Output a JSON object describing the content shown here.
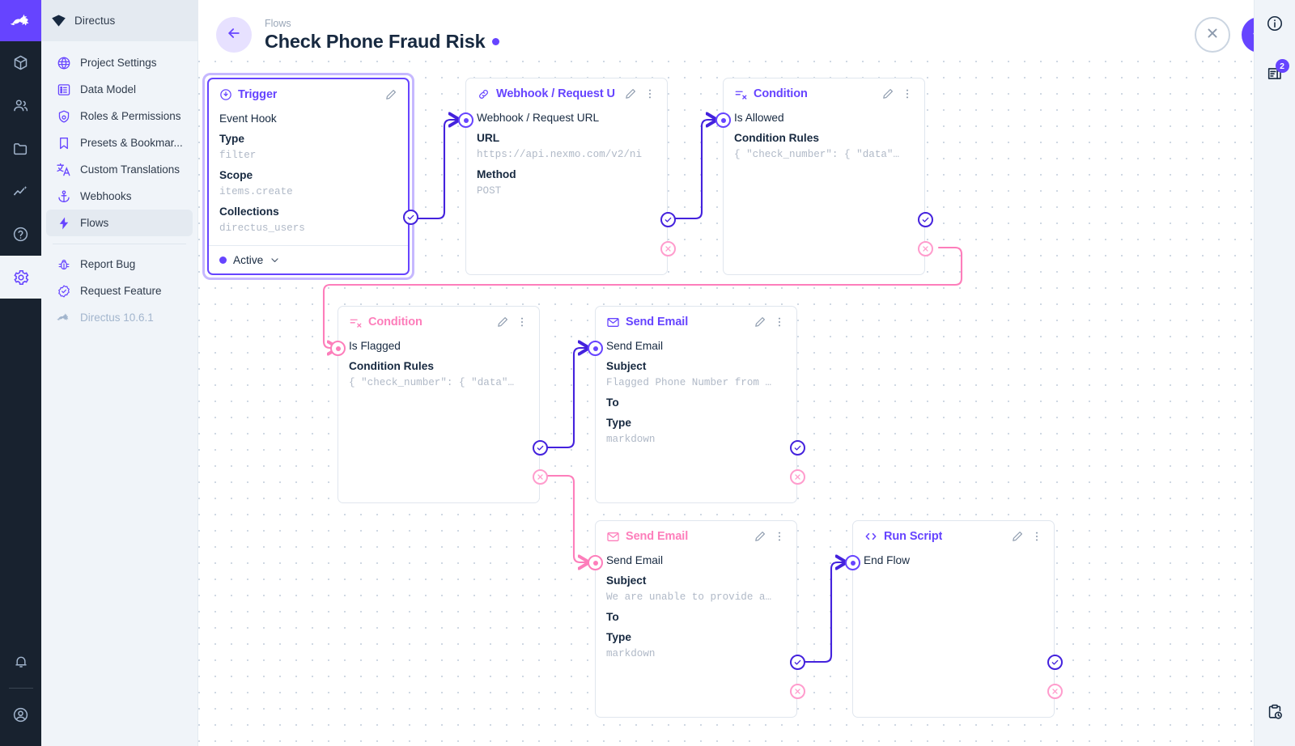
{
  "module_bar": {
    "logo_icon": "directus-rabbit-logo",
    "items": [
      {
        "name": "content",
        "icon": "box-icon"
      },
      {
        "name": "user-directory",
        "icon": "people-icon"
      },
      {
        "name": "file-library",
        "icon": "folder-icon"
      },
      {
        "name": "insights",
        "icon": "trending-up-icon"
      },
      {
        "name": "documentation",
        "icon": "help-circle-icon"
      },
      {
        "name": "settings",
        "icon": "gear-icon",
        "active": true
      }
    ],
    "bottom_items": [
      {
        "name": "notifications",
        "icon": "bell-icon"
      },
      {
        "name": "user-account",
        "icon": "account-circle-icon"
      }
    ]
  },
  "sidebar": {
    "project": {
      "label": "Directus",
      "icon": "directus-diamond-icon"
    },
    "items": [
      {
        "label": "Project Settings",
        "icon": "public-globe-icon",
        "active": false
      },
      {
        "label": "Data Model",
        "icon": "list-alt-icon",
        "active": false
      },
      {
        "label": "Roles & Permissions",
        "icon": "admin-shield-icon",
        "active": false
      },
      {
        "label": "Presets & Bookmar...",
        "icon": "bookmark-icon",
        "active": false
      },
      {
        "label": "Custom Translations",
        "icon": "translate-icon",
        "active": false
      },
      {
        "label": "Webhooks",
        "icon": "anchor-icon",
        "active": false
      },
      {
        "label": "Flows",
        "icon": "bolt-icon",
        "active": true
      }
    ],
    "footer_items": [
      {
        "label": "Report Bug",
        "icon": "bug-report-icon"
      },
      {
        "label": "Request Feature",
        "icon": "check-badge-icon"
      }
    ],
    "version": {
      "label": "Directus 10.6.1",
      "icon": "rabbit-icon"
    }
  },
  "header": {
    "back_icon": "arrow-left-icon",
    "breadcrumb": "Flows",
    "title": "Check Phone Fraud Risk",
    "status_dot_color": "#6644ff",
    "cancel_icon": "close-x-icon",
    "save_icon": "check-icon"
  },
  "right_rail": {
    "info_icon": "info-circle-icon",
    "logs_icon": "flow-logs-icon",
    "logs_badge": "2",
    "activity_icon": "clipboard-clock-icon"
  },
  "flow": {
    "nodes": [
      {
        "id": "trigger",
        "type": "Trigger",
        "title": "Trigger",
        "icon": "trigger-play-icon",
        "color": "#6644ff",
        "selected": true,
        "operation": "Event Hook",
        "fields": [
          {
            "label": "Type",
            "value": "filter"
          },
          {
            "label": "Scope",
            "value": "items.create"
          },
          {
            "label": "Collections",
            "value": "directus_users"
          }
        ],
        "footer": {
          "status": "Active",
          "dot_color": "#6644ff",
          "chevron": "chevron-down-icon"
        }
      },
      {
        "id": "webhook",
        "type": "Webhook",
        "title": "Webhook / Request U",
        "icon": "link-chain-icon",
        "color": "#6644ff",
        "operation": "Webhook / Request URL",
        "fields": [
          {
            "label": "URL",
            "value": "https://api.nexmo.com/v2/ni"
          },
          {
            "label": "Method",
            "value": "POST"
          }
        ]
      },
      {
        "id": "cond-allowed",
        "type": "Condition",
        "title": "Condition",
        "icon": "condition-filter-icon",
        "color": "#6644ff",
        "operation": "Is Allowed",
        "fields": [
          {
            "label": "Condition Rules",
            "value": "{ \"check_number\": { \"data\"…"
          }
        ]
      },
      {
        "id": "cond-flagged",
        "type": "Condition",
        "title": "Condition",
        "icon": "condition-filter-icon",
        "color": "#fd7ebb",
        "operation": "Is Flagged",
        "fields": [
          {
            "label": "Condition Rules",
            "value": "{ \"check_number\": { \"data\"…"
          }
        ]
      },
      {
        "id": "email-flagged",
        "type": "Send Email",
        "title": "Send Email",
        "icon": "mail-envelope-icon",
        "color": "#6644ff",
        "operation": "Send Email",
        "fields": [
          {
            "label": "Subject",
            "value": "Flagged Phone Number from …"
          },
          {
            "label": "To",
            "value": ""
          },
          {
            "label": "Type",
            "value": "markdown"
          }
        ]
      },
      {
        "id": "email-unable",
        "type": "Send Email",
        "title": "Send Email",
        "icon": "mail-envelope-icon",
        "color": "#fd7ebb",
        "operation": "Send Email",
        "fields": [
          {
            "label": "Subject",
            "value": "We are unable to provide a…"
          },
          {
            "label": "To",
            "value": ""
          },
          {
            "label": "Type",
            "value": "markdown"
          }
        ]
      },
      {
        "id": "run-script",
        "type": "Run Script",
        "title": "Run Script",
        "icon": "code-brackets-icon",
        "color": "#6644ff",
        "operation": "End Flow",
        "fields": []
      }
    ],
    "port_icons": {
      "resolve": "check-circle-icon",
      "reject": "x-circle-icon",
      "input": "dot-circle-icon"
    },
    "colors": {
      "resolve_edge": "#4422dd",
      "reject_edge": "#fd7ebb",
      "accent": "#6644ff",
      "pink": "#fd7ebb"
    }
  }
}
